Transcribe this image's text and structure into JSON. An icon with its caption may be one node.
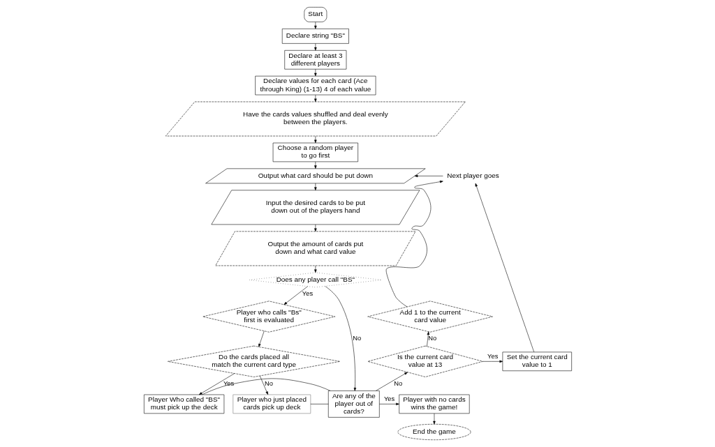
{
  "diagram": {
    "nodes": [
      {
        "text": [
          "Start"
        ]
      },
      {
        "text": [
          "Declare string \"BS\""
        ]
      },
      {
        "text": [
          "Declare at least 3 different players"
        ]
      },
      {
        "text": [
          "Declare values for each card (Ace through King) (1-13) 4 of each value"
        ]
      },
      {
        "text": [
          "Have the cards values shuffled and deal evenly between the players."
        ]
      },
      {
        "text": [
          "Choose a random player to go first"
        ]
      },
      {
        "text": [
          "Output what card should be put down"
        ]
      },
      {
        "text": [
          "Input the desired cards to be put down out of the players hand"
        ]
      },
      {
        "text": [
          "Output the amount of cards put down and what card value"
        ]
      },
      {
        "text": [
          "Does any player call \"BS\""
        ]
      },
      {
        "text": [
          "Player who calls \"Bs\" first is evaluated"
        ]
      },
      {
        "text": [
          "Do the cards placed all match the current card type"
        ]
      },
      {
        "text": [
          "Player Who called \"BS\" must pick up the deck"
        ]
      },
      {
        "text": [
          "Player who just placed cards pick up deck"
        ]
      },
      {
        "text": [
          "Are any of the player out of cards?"
        ]
      },
      {
        "text": [
          "Player with no cards wins the game!"
        ]
      },
      {
        "text": [
          "End the game"
        ]
      },
      {
        "text": [
          "Is the current card value at 13"
        ]
      },
      {
        "text": [
          "Add 1 to the current card value"
        ]
      },
      {
        "text": [
          "Set the current card value to 1"
        ]
      },
      {
        "text": [
          "Next player goes"
        ]
      }
    ],
    "edges": [
      {
        "from": 0,
        "to": 1,
        "arrow": "to"
      },
      {
        "from": 1,
        "to": 2,
        "arrow": "to"
      },
      {
        "from": 2,
        "to": 3,
        "arrow": "to"
      },
      {
        "from": 3,
        "to": 4,
        "arrow": "to"
      },
      {
        "from": 4,
        "to": 5,
        "arrow": "to"
      },
      {
        "from": 5,
        "to": 6,
        "arrow": "to"
      },
      {
        "from": 6,
        "to": 7,
        "arrow": "to"
      },
      {
        "from": 7,
        "to": 8,
        "arrow": "to"
      },
      {
        "from": 8,
        "to": 9,
        "arrow": "to"
      },
      {
        "from": 9,
        "to": 10,
        "label": "Yes",
        "arrow": "to"
      },
      {
        "from": 9,
        "to": 14,
        "label": "No",
        "arrow": "to"
      },
      {
        "from": 10,
        "to": 11,
        "arrow": "to"
      },
      {
        "from": 11,
        "to": 12,
        "label": "Yes",
        "arrow": "to"
      },
      {
        "from": 11,
        "to": 13,
        "label": "No",
        "arrow": "to"
      },
      {
        "from": 12,
        "to": 14,
        "arrow": "none"
      },
      {
        "from": 13,
        "to": 14,
        "arrow": "none"
      },
      {
        "from": 14,
        "to": 17,
        "label": "No",
        "arrow": "to"
      },
      {
        "from": 14,
        "to": 15,
        "label": "Yes",
        "arrow": "to"
      },
      {
        "from": 15,
        "to": 16,
        "arrow": "to"
      },
      {
        "from": 17,
        "to": 18,
        "label": "No",
        "arrow": "to"
      },
      {
        "from": 17,
        "to": 19,
        "label": "Yes",
        "arrow": "to"
      },
      {
        "from": 18,
        "to": 20,
        "arrow": "to"
      },
      {
        "from": 19,
        "to": 20,
        "arrow": "to"
      },
      {
        "from": 20,
        "to": 6,
        "arrow": "to"
      }
    ]
  }
}
